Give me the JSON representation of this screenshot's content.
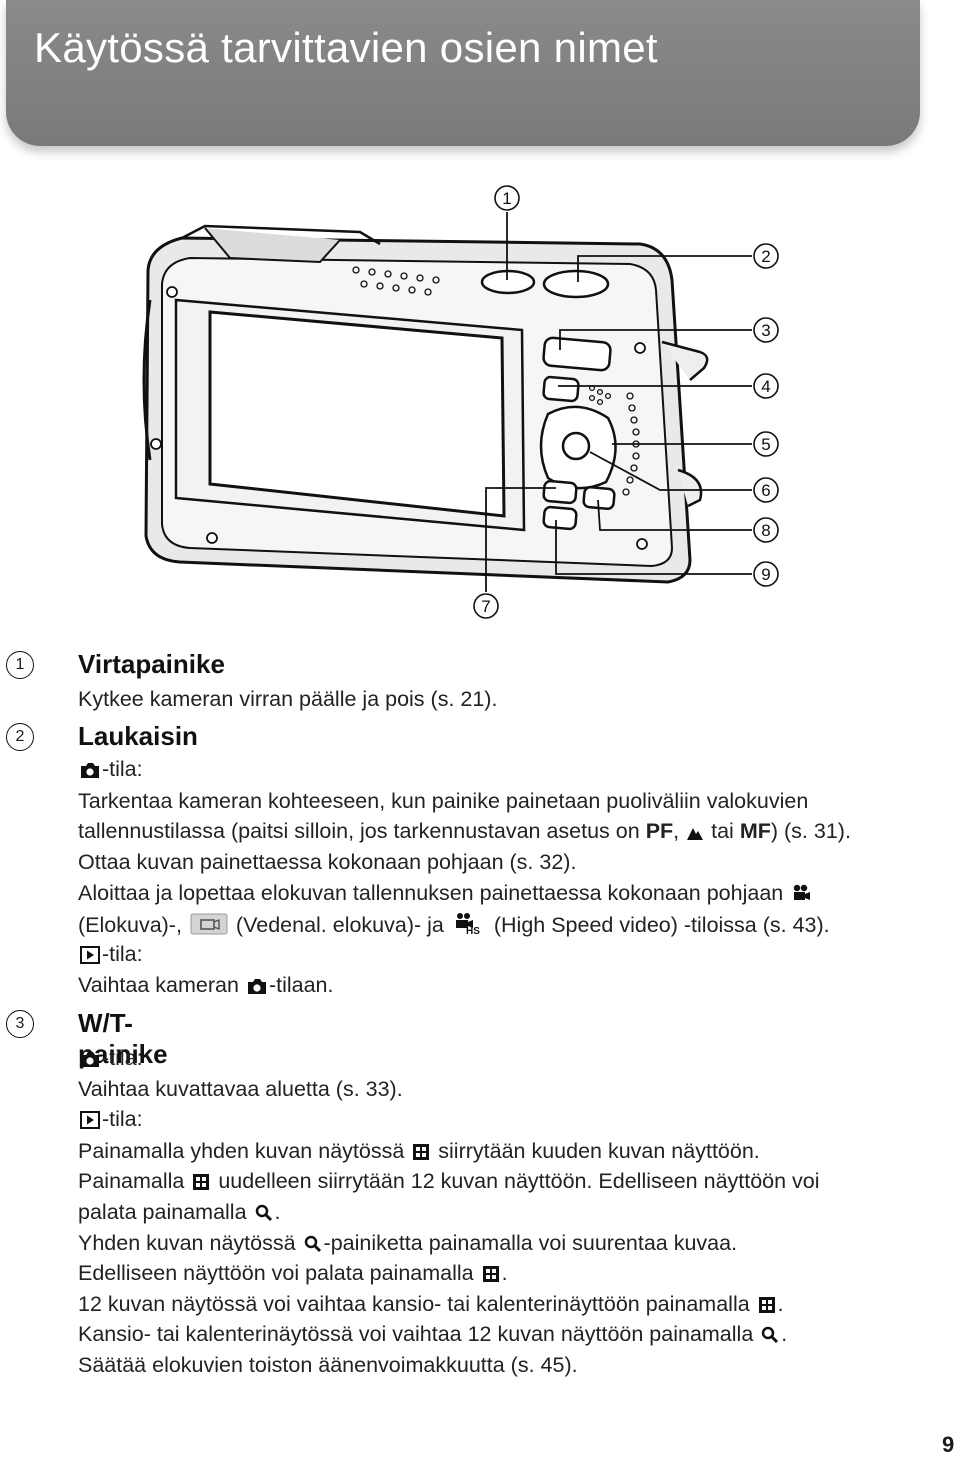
{
  "page": {
    "title": "Käytössä tarvittavien osien nimet",
    "page_number": "9"
  },
  "diagram": {
    "callouts": [
      "1",
      "2",
      "3",
      "4",
      "5",
      "6",
      "7",
      "8",
      "9"
    ]
  },
  "items": [
    {
      "num": "1",
      "title": "Virtapainike",
      "lines": [
        "Kytkee kameran virran päälle ja pois (s. 21)."
      ]
    },
    {
      "num": "2",
      "title": "Laukaisin",
      "rec_mode_label": "-tila:",
      "rec_desc_1": "Tarkentaa kameran kohteeseen, kun painike painetaan puoliväliin valokuvien",
      "rec_desc_2a": "tallennustilassa (paitsi silloin, jos tarkennustavan asetus on",
      "pf": "PF",
      "rec_desc_2b": ",",
      "rec_desc_2c": "tai",
      "mf": "MF",
      "rec_desc_2d": ") (s. 31).",
      "rec_desc_3": "Ottaa kuvan painettaessa kokonaan pohjaan (s. 32).",
      "rec_desc_4": "Aloittaa ja lopettaa elokuvan tallennuksen painettaessa kokonaan pohjaan",
      "rec_desc_5a": "(Elokuva)-,",
      "rec_desc_5b": "(Vedenal. elokuva)- ja",
      "rec_desc_5c": "(High Speed video) -tiloissa (s. 43).",
      "play_mode_label": "-tila:",
      "play_desc_1a": "Vaihtaa kameran",
      "play_desc_1b": "-tilaan."
    },
    {
      "num": "3",
      "title": "W/T-painike",
      "rec_mode_label": "-tila:",
      "rec_desc_1": "Vaihtaa kuvattavaa aluetta (s. 33).",
      "play_mode_label": "-tila:",
      "p1a": "Painamalla yhden kuvan näytössä",
      "p1b": "siirrytään kuuden kuvan näyttöön.",
      "p2a": "Painamalla",
      "p2b": "uudelleen siirrytään 12 kuvan näyttöön. Edelliseen näyttöön voi",
      "p3a": "palata painamalla",
      "p3b": ".",
      "p4a": "Yhden kuvan näytössä",
      "p4b": "-painiketta painamalla voi suurentaa kuvaa.",
      "p5a": "Edelliseen näyttöön voi palata painamalla",
      "p5b": ".",
      "p6a": "12 kuvan näytössä voi vaihtaa kansio- tai kalenterinäyttöön painamalla",
      "p6b": ".",
      "p7a": "Kansio- tai kalenterinäytössä voi vaihtaa 12 kuvan näyttöön painamalla",
      "p7b": ".",
      "p8": "Säätää elokuvien toiston äänenvoimakkuutta (s. 45)."
    }
  ]
}
